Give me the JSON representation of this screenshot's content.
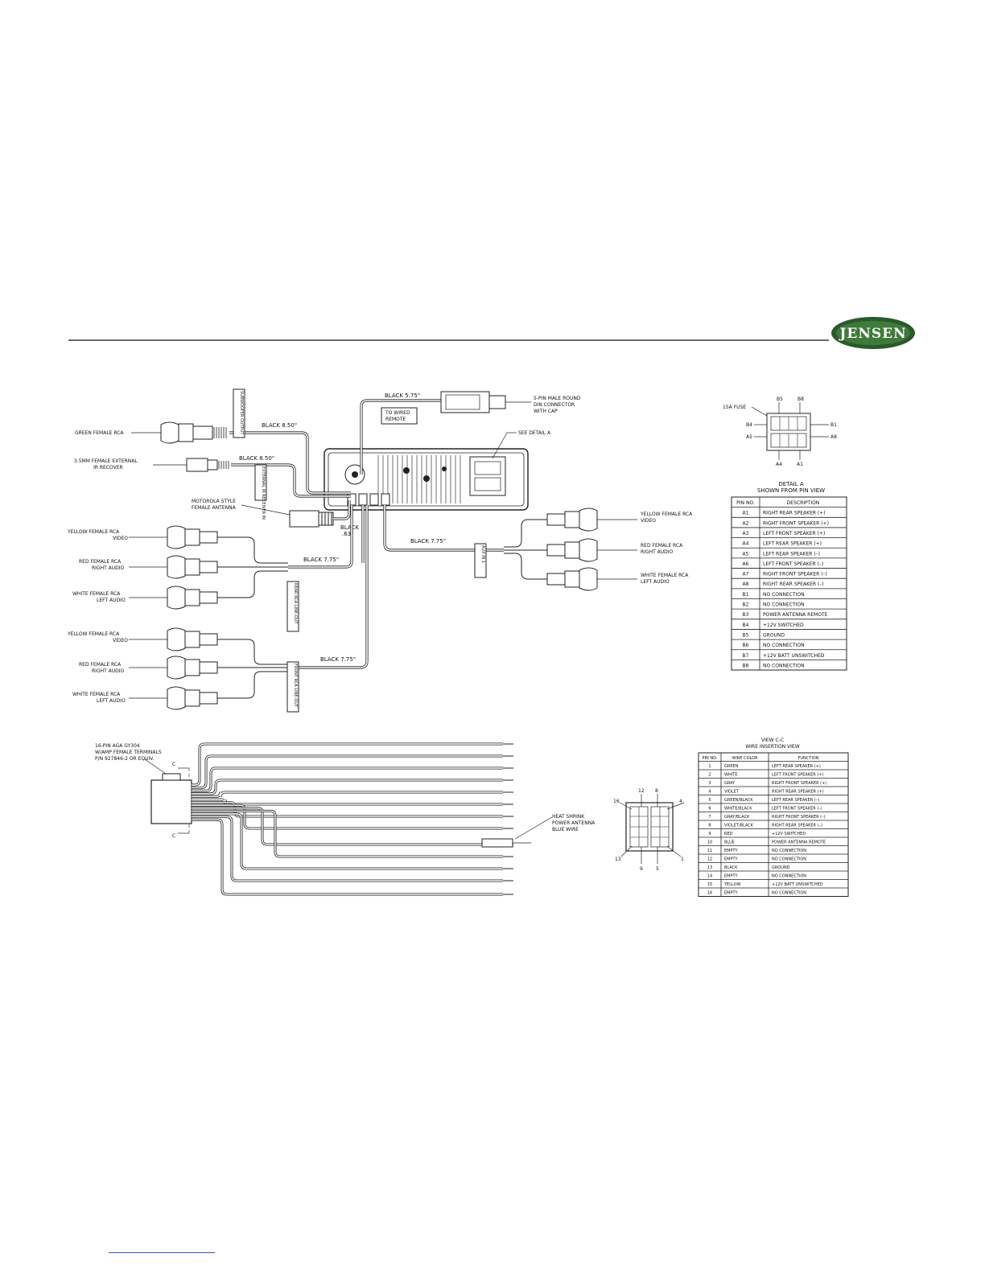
{
  "logo": {
    "text": "JENSEN"
  },
  "rca_left_top": {
    "green": "GREEN FEMALE RCA",
    "ir": [
      "3.5MM FEMALE EXTERNAL",
      "IR RECOVER"
    ],
    "antenna": [
      "MOTOROLA STYLE",
      "FEMALE ANTENNA"
    ]
  },
  "wire_labels": {
    "black_top": "BLACK 5.75\"",
    "black_850a": "BLACK 8.50\"",
    "black_850b": "BLACK 8.50\"",
    "black_63": [
      "BLACK",
      ".63\""
    ],
    "black_775a": "BLACK 7.75\"",
    "black_775b": "BLACK 7.75\"",
    "black_775c": "BLACK 7.75\""
  },
  "remote": {
    "box": [
      "TO WIRED",
      "REMOTE"
    ],
    "din": [
      "5-PIN MALE ROUND",
      "DIN CONNECTOR",
      "WITH CAP"
    ],
    "see_detail": "SEE DETAIL A"
  },
  "tags": {
    "sub": "SUBWOOFER OUTPUT",
    "ir": "EXTERNAL IR RECEIVER IN",
    "rear": "REAR RCA LINE-OUT",
    "front": "FRONT RCA LINE-OUT",
    "aux": "AUX IN 1"
  },
  "rca_groups": {
    "rear": [
      [
        "YELLOW FEMALE RCA",
        "VIDEO"
      ],
      [
        "RED FEMALE RCA",
        "RIGHT AUDIO"
      ],
      [
        "WHITE FEMALE RCA",
        "LEFT AUDIO"
      ]
    ],
    "front": [
      [
        "YELLOW FEMALE RCA",
        "VIDEO"
      ],
      [
        "RED FEMALE RCA",
        "RIGHT AUDIO"
      ],
      [
        "WHITE FEMALE RCA",
        "LEFT AUDIO"
      ]
    ],
    "aux": [
      [
        "YELLOW FEMALE RCA",
        "VIDEO"
      ],
      [
        "RED FEMALE RCA",
        "RIGHT AUDIO"
      ],
      [
        "WHITE FEMALE RCA",
        "LEFT AUDIO"
      ]
    ]
  },
  "detail_a": {
    "fuse": "15A FUSE",
    "pins_top": [
      "B5",
      "B8"
    ],
    "pins_left": [
      "B4",
      "A5"
    ],
    "pins_right": [
      "B1",
      "A8"
    ],
    "pins_bottom": [
      "A4",
      "A1"
    ],
    "title": [
      "DETAIL A",
      "SHOWN FROM PIN VIEW"
    ],
    "headers": [
      "PIN NO.",
      "DESCRIPTION"
    ],
    "rows": [
      [
        "A1",
        "RIGHT REAR SPEAKER (+)"
      ],
      [
        "A2",
        "RIGHT FRONT SPEAKER (+)"
      ],
      [
        "A3",
        "LEFT FRONT SPEAKER (+)"
      ],
      [
        "A4",
        "LEFT REAR SPEAKER (+)"
      ],
      [
        "A5",
        "LEFT REAR SPEAKER (–)"
      ],
      [
        "A6",
        "LEFT FRONT SPEAKER (–)"
      ],
      [
        "A7",
        "RIGHT FRONT SPEAKER (–)"
      ],
      [
        "A8",
        "RIGHT REAR SPEAKER (–)"
      ],
      [
        "B1",
        "NO CONNECTION"
      ],
      [
        "B2",
        "NO CONNECTION"
      ],
      [
        "B3",
        "POWER ANTENNA REMOTE"
      ],
      [
        "B4",
        "+12V SWITCHED"
      ],
      [
        "B5",
        "GROUND"
      ],
      [
        "B6",
        "NO CONNECTION"
      ],
      [
        "B7",
        "+12V BATT UNSWITCHED"
      ],
      [
        "B8",
        "NO CONNECTION"
      ]
    ]
  },
  "harness": {
    "connector": [
      "16-PIN AGA GY304",
      "W/AMP FEMALE TERMINALS",
      "P/N 927846-2 OR EQUIV."
    ],
    "c_top": "C",
    "c_bottom": "C",
    "heat_shrink": [
      "HEAT SHRINK",
      "POWER ANTENNA",
      "BLUE WIRE"
    ]
  },
  "view_cc": {
    "pins": [
      "12",
      "8",
      "16",
      "4",
      "13",
      "9",
      "5",
      "1"
    ],
    "title": [
      "VIEW C-C",
      "WIRE INSERTION VIEW"
    ],
    "headers": [
      "PIN NO.",
      "WIRE COLOR",
      "FUNCTION"
    ],
    "rows": [
      [
        "1",
        "GREEN",
        "LEFT REAR SPEAKER (+)"
      ],
      [
        "2",
        "WHITE",
        "LEFT FRONT SPEAKER (+)"
      ],
      [
        "3",
        "GRAY",
        "RIGHT FRONT SPEAKER (+)"
      ],
      [
        "4",
        "VIOLET",
        "RIGHT REAR SPEAKER (+)"
      ],
      [
        "5",
        "GREEN/BLACK",
        "LEFT REAR SPEAKER (–)"
      ],
      [
        "6",
        "WHITE/BLACK",
        "LEFT FRONT SPEAKER (–)"
      ],
      [
        "7",
        "GRAY/BLACK",
        "RIGHT FRONT SPEAKER (–)"
      ],
      [
        "8",
        "VIOLET/BLACK",
        "RIGHT REAR SPEAKER (–)"
      ],
      [
        "9",
        "RED",
        "+12V SWITCHED"
      ],
      [
        "10",
        "BLUE",
        "POWER ANTENNA REMOTE"
      ],
      [
        "11",
        "EMPTY",
        "NO CONNECTION"
      ],
      [
        "12",
        "EMPTY",
        "NO CONNECTION"
      ],
      [
        "13",
        "BLACK",
        "GROUND"
      ],
      [
        "14",
        "EMPTY",
        "NO CONNECTION"
      ],
      [
        "15",
        "YELLOW",
        "+12V BATT UNSWITCHED"
      ],
      [
        "16",
        "EMPTY",
        "NO CONNECTION"
      ]
    ]
  }
}
